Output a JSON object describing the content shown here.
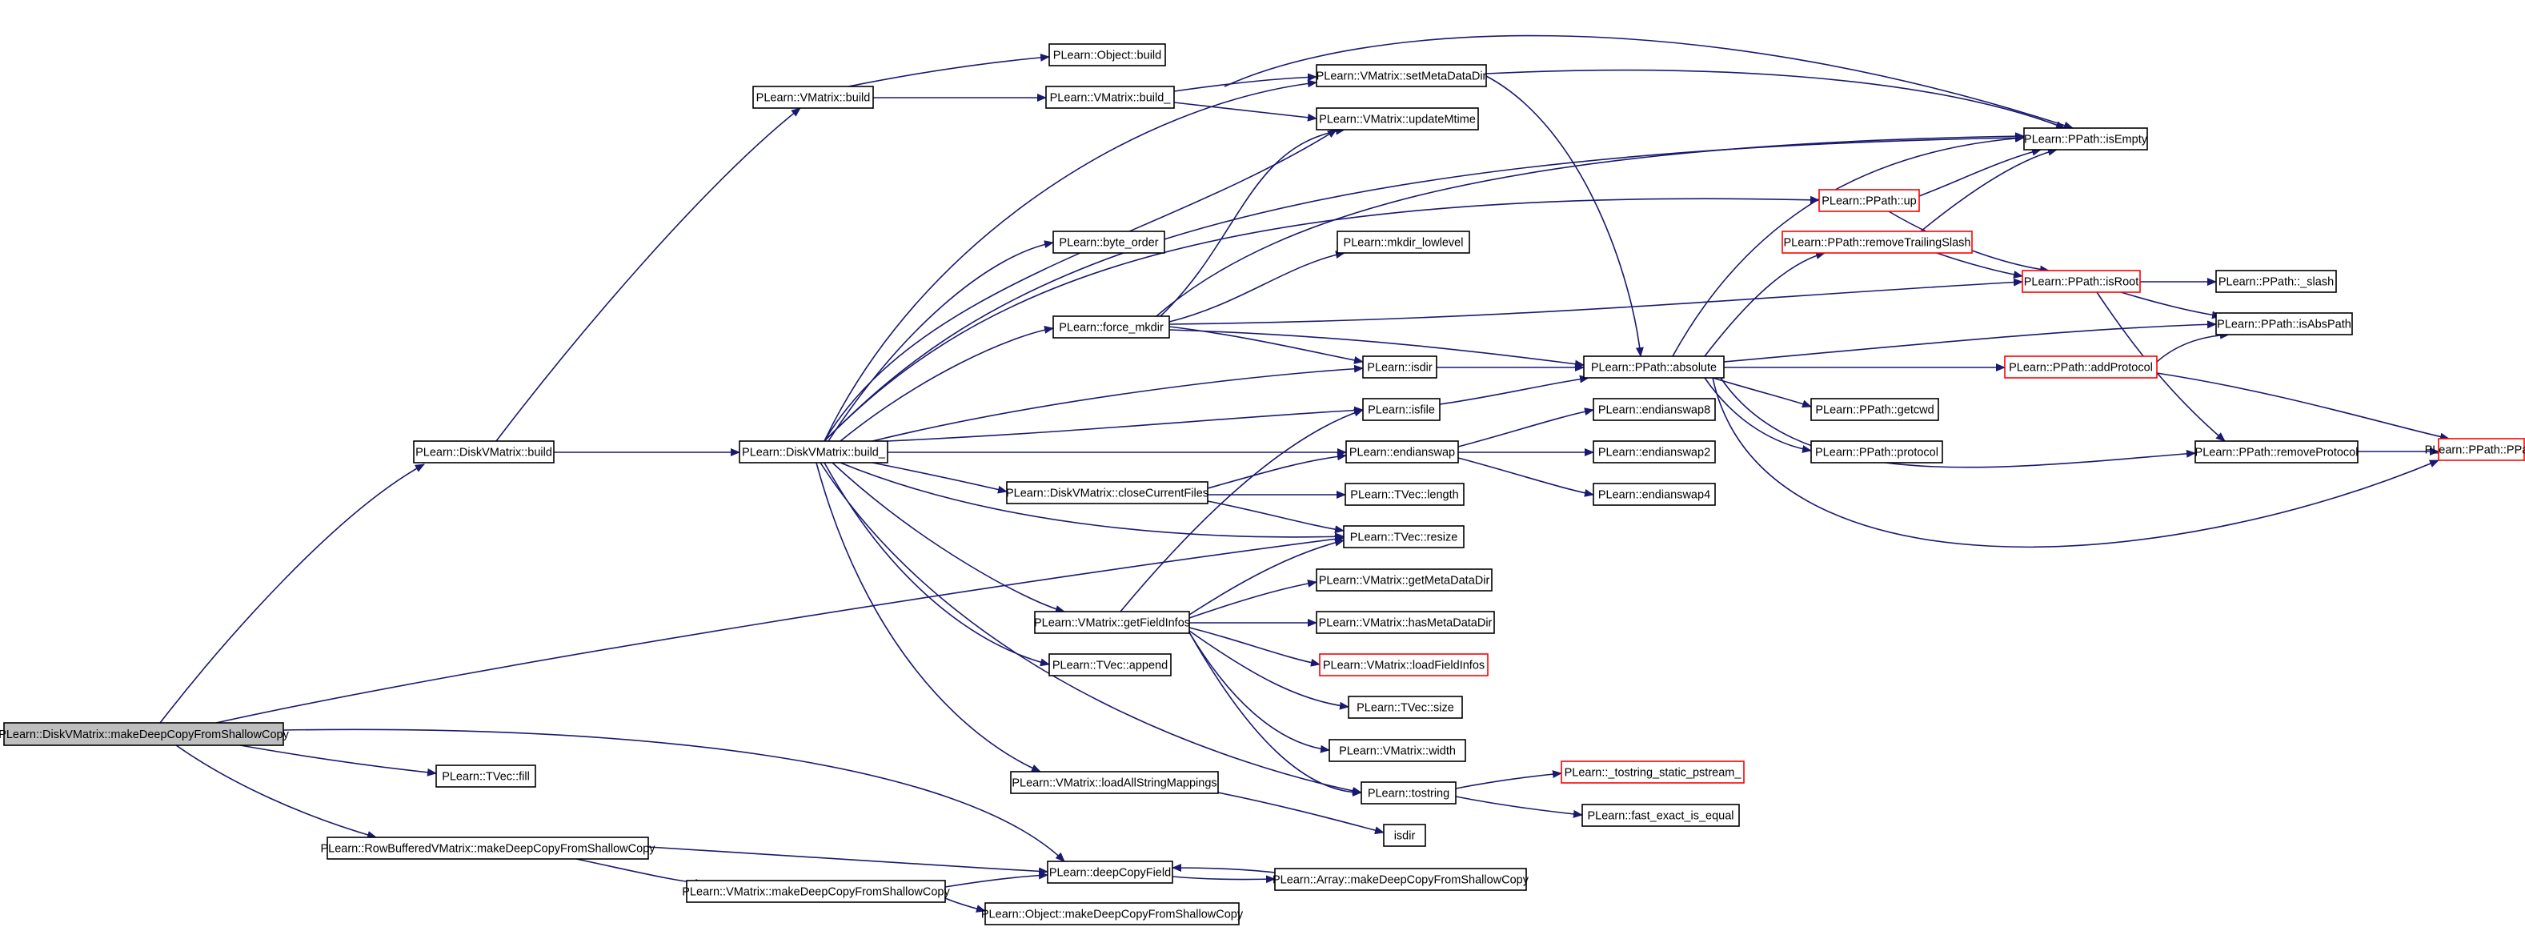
{
  "colors": {
    "edge": "#191970",
    "node_border": "#000000",
    "node_border_truncated": "#ff0000",
    "root_fill": "#bfbfbf",
    "node_fill": "#ffffff"
  },
  "nodes": [
    {
      "id": "root",
      "label": "PLearn::DiskVMatrix::makeDeepCopyFromShallowCopy",
      "style": "root"
    },
    {
      "id": "dvm_build",
      "label": "PLearn::DiskVMatrix::build"
    },
    {
      "id": "vm_build",
      "label": "PLearn::VMatrix::build"
    },
    {
      "id": "obj_build",
      "label": "PLearn::Object::build"
    },
    {
      "id": "vm_build_",
      "label": "PLearn::VMatrix::build_"
    },
    {
      "id": "setmeta",
      "label": "PLearn::VMatrix::setMetaDataDir"
    },
    {
      "id": "updmtime",
      "label": "PLearn::VMatrix::updateMtime"
    },
    {
      "id": "dvm_build_",
      "label": "PLearn::DiskVMatrix::build_"
    },
    {
      "id": "byteorder",
      "label": "PLearn::byte_order"
    },
    {
      "id": "mkdir_ll",
      "label": "PLearn::mkdir_lowlevel"
    },
    {
      "id": "forcemkdir",
      "label": "PLearn::force_mkdir"
    },
    {
      "id": "isdir",
      "label": "PLearn::isdir"
    },
    {
      "id": "isfile",
      "label": "PLearn::isfile"
    },
    {
      "id": "endianswap",
      "label": "PLearn::endianswap"
    },
    {
      "id": "closefiles",
      "label": "PLearn::DiskVMatrix::closeCurrentFiles"
    },
    {
      "id": "tveclength",
      "label": "PLearn::TVec::length"
    },
    {
      "id": "tvecresize",
      "label": "PLearn::TVec::resize"
    },
    {
      "id": "getmeta",
      "label": "PLearn::VMatrix::getMetaDataDir"
    },
    {
      "id": "getfield",
      "label": "PLearn::VMatrix::getFieldInfos"
    },
    {
      "id": "hasmeta",
      "label": "PLearn::VMatrix::hasMetaDataDir"
    },
    {
      "id": "loadfield",
      "label": "PLearn::VMatrix::loadFieldInfos",
      "style": "red"
    },
    {
      "id": "tvecappend",
      "label": "PLearn::TVec::append"
    },
    {
      "id": "tvecsize",
      "label": "PLearn::TVec::size"
    },
    {
      "id": "vmwidth",
      "label": "PLearn::VMatrix::width"
    },
    {
      "id": "loadmap",
      "label": "PLearn::VMatrix::loadAllStringMappings"
    },
    {
      "id": "tostring",
      "label": "PLearn::tostring"
    },
    {
      "id": "isdir2",
      "label": "isdir"
    },
    {
      "id": "tvecfill",
      "label": "PLearn::TVec::fill"
    },
    {
      "id": "rowbuf",
      "label": "PLearn::RowBufferedVMatrix::makeDeepCopyFromShallowCopy"
    },
    {
      "id": "vmdeep",
      "label": "PLearn::VMatrix::makeDeepCopyFromShallowCopy"
    },
    {
      "id": "deepfield",
      "label": "PLearn::deepCopyField"
    },
    {
      "id": "arraydeep",
      "label": "PLearn::Array::makeDeepCopyFromShallowCopy"
    },
    {
      "id": "objdeep",
      "label": "PLearn::Object::makeDeepCopyFromShallowCopy"
    },
    {
      "id": "absolute",
      "label": "PLearn::PPath::absolute"
    },
    {
      "id": "endian8",
      "label": "PLearn::endianswap8"
    },
    {
      "id": "endian2",
      "label": "PLearn::endianswap2"
    },
    {
      "id": "endian4",
      "label": "PLearn::endianswap4"
    },
    {
      "id": "getcwd",
      "label": "PLearn::PPath::getcwd"
    },
    {
      "id": "protocol",
      "label": "PLearn::PPath::protocol"
    },
    {
      "id": "tostrstat",
      "label": "PLearn::_tostring_static_pstream_",
      "style": "red"
    },
    {
      "id": "fastexact",
      "label": "PLearn::fast_exact_is_equal"
    },
    {
      "id": "ppathup",
      "label": "PLearn::PPath::up",
      "style": "red"
    },
    {
      "id": "rmtrail",
      "label": "PLearn::PPath::removeTrailingSlash",
      "style": "red"
    },
    {
      "id": "isempty",
      "label": "PLearn::PPath::isEmpty"
    },
    {
      "id": "isroot",
      "label": "PLearn::PPath::isRoot",
      "style": "red"
    },
    {
      "id": "addproto",
      "label": "PLearn::PPath::addProtocol",
      "style": "red"
    },
    {
      "id": "slash",
      "label": "PLearn::PPath::_slash"
    },
    {
      "id": "isabs",
      "label": "PLearn::PPath::isAbsPath"
    },
    {
      "id": "rmproto",
      "label": "PLearn::PPath::removeProtocol"
    },
    {
      "id": "ppath",
      "label": "PLearn::PPath::PPath",
      "style": "red"
    }
  ]
}
